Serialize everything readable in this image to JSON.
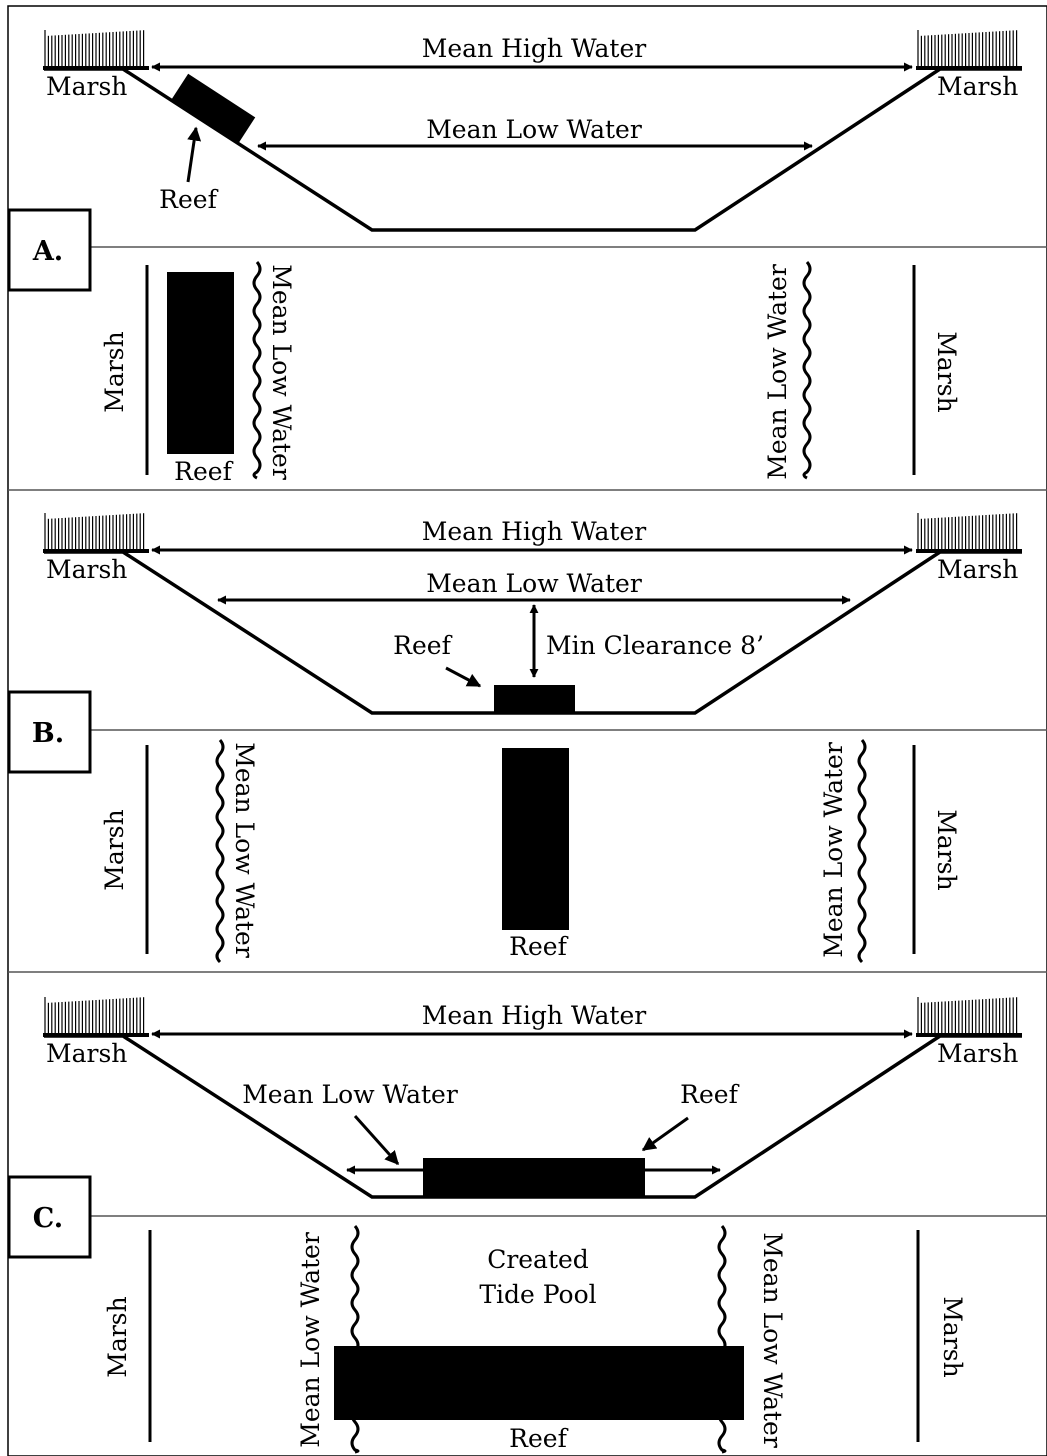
{
  "header": {
    "cut_text": ""
  },
  "labels": {
    "marsh": "Marsh",
    "mean_high_water": "Mean High Water",
    "mean_low_water": "Mean Low Water",
    "reef": "Reef",
    "min_clearance": "Min Clearance 8’",
    "created": "Created",
    "tide_pool": "Tide Pool"
  },
  "panels": {
    "a": "A.",
    "b": "B.",
    "c": "C."
  },
  "colors": {
    "ink": "#000000",
    "paper": "#ffffff",
    "divider": "#555555"
  }
}
